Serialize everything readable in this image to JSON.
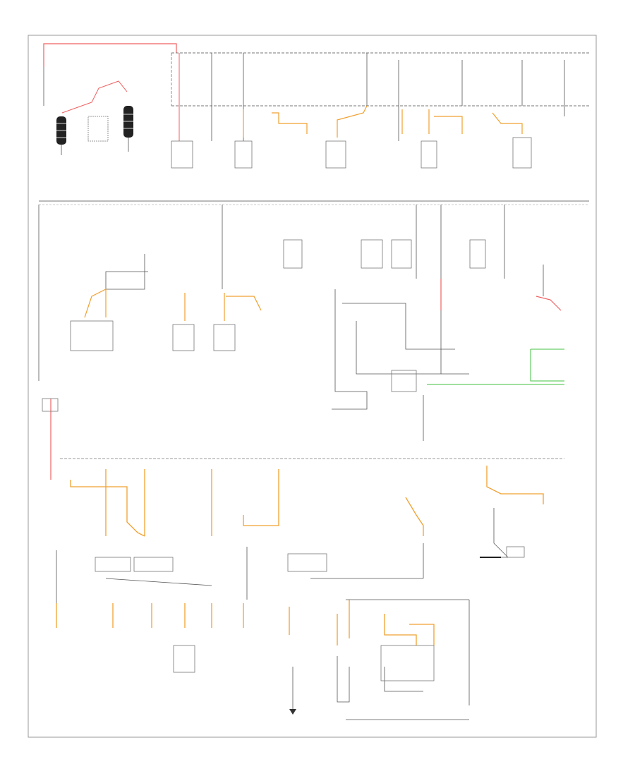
{
  "diagram": {
    "footer_code": "",
    "colors": {
      "frame": "#999999",
      "wire": "#555555",
      "wire_orange": "#f0a030",
      "wire_pink": "#f06060",
      "wire_green": "#40c040",
      "wire_gray": "#b0b0b0",
      "component": "#777777",
      "battery": "#222222"
    },
    "icons": [
      "battery-icon",
      "fuse-icon",
      "relay-icon",
      "ground-icon",
      "connector-icon"
    ],
    "wire_colors_present": [
      "red",
      "orange",
      "green",
      "black"
    ]
  }
}
